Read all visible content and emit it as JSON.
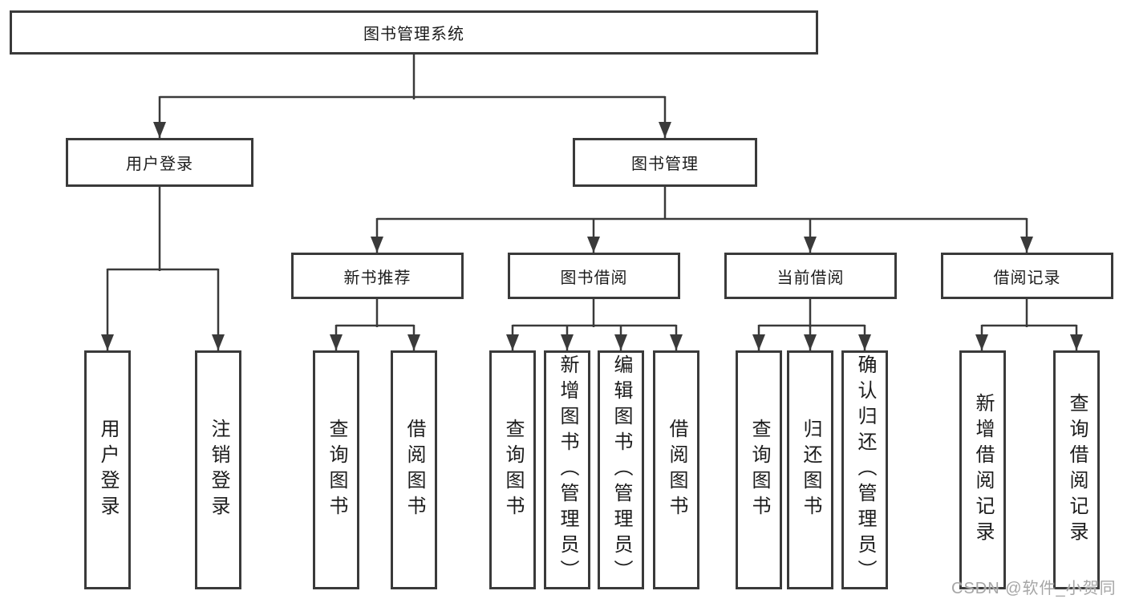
{
  "colors": {
    "line": "#3a3a3a",
    "text": "#1c1c1c",
    "box-bg": "#ffffff",
    "watermark": "#a6a6a6"
  },
  "nodes": {
    "root": "图书管理系统",
    "user_login": "用户登录",
    "book_mgmt": "图书管理",
    "new_book_rec": "新书推荐",
    "book_borrow": "图书借阅",
    "current_borrow": "当前借阅",
    "borrow_records": "借阅记录",
    "leaf_user_login": "用户登录",
    "leaf_logout": "注销登录",
    "leaf_query_book_rec": "查询图书",
    "leaf_borrow_book_rec": "借阅图书",
    "leaf_query_book_borrow": "查询图书",
    "leaf_add_book": "新增图书（管理员）",
    "leaf_edit_book": "编辑图书（管理员）",
    "leaf_borrow_book_borrow": "借阅图书",
    "leaf_query_book_current": "查询图书",
    "leaf_return_book": "归还图书",
    "leaf_confirm_return": "确认归还（管理员）",
    "leaf_add_borrow_record": "新增借阅记录",
    "leaf_query_borrow_record": "查询借阅记录"
  },
  "watermark": "CSDN @软件_小贺同学"
}
